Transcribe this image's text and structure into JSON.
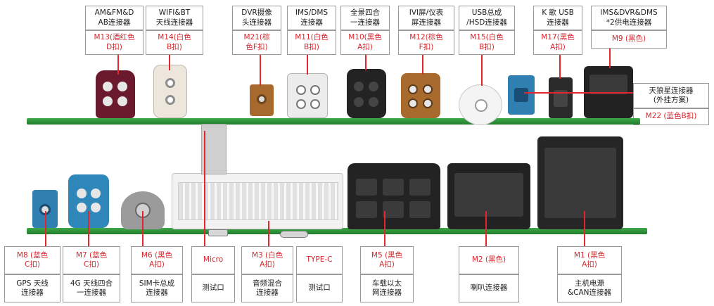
{
  "top_labels": {
    "m13": {
      "name": "AM&FM&D\nAB连接器",
      "code": "M13(酒红色\nD扣)"
    },
    "m14": {
      "name": "WIFI&BT\n天线连接器",
      "code": "M14(白色\nB扣)"
    },
    "m21": {
      "name": "DVR摄像\n头连接器",
      "code": "M21(棕\n色F扣)"
    },
    "m11": {
      "name": "IMS/DMS\n连接器",
      "code": "M11(白色\nB扣)"
    },
    "m10": {
      "name": "全景四合\n一连接器",
      "code": "M10(黑色\nA扣)"
    },
    "m12": {
      "name": "IVI屏/仪表\n屏连接器",
      "code": "M12(棕色\nF扣)"
    },
    "m15": {
      "name": "USB总成\n/HSD连接器",
      "code": "M15(白色\nB扣)"
    },
    "m17": {
      "name": "K 歌 USB\n连接器",
      "code": "M17(黑色\nA扣)"
    },
    "m9": {
      "name": "IMS&DVR&DMS\n*2供电连接器",
      "code": "M9 (黑色)"
    }
  },
  "side_label": {
    "name": "天狼星连接器\n(外挂方案)",
    "code": "M22 (蓝色B扣)"
  },
  "bottom_labels": {
    "m8": {
      "code": "M8 (蓝色\nC扣)",
      "name": "GPS 天线\n连接器"
    },
    "m7": {
      "code": "M7 (蓝色\nC扣)",
      "name": "4G 天线四合\n一连接器"
    },
    "m6": {
      "code": "M6 (黑色\nA扣)",
      "name": "SIM卡总成\n连接器"
    },
    "micro": {
      "code": "Micro",
      "name": "测试口"
    },
    "m3": {
      "code": "M3 (白色\nA扣)",
      "name": "音频混合\n连接器"
    },
    "typec": {
      "code": "TYPE-C",
      "name": "测试口"
    },
    "m5": {
      "code": "M5 (黑色\nA扣)",
      "name": "车载以太\n网连接器"
    },
    "m2": {
      "code": "M2 (黑色)",
      "name": "喇叭连接器"
    },
    "m1": {
      "code": "M1 (黑色\nA扣)",
      "name": "主机电源\n&CAN连接器"
    }
  },
  "colors": {
    "accent_red": "#d8262d",
    "pcb_green": "#2f9a3a",
    "wine": "#6b1a2e",
    "blue": "#2f7fb0",
    "brown": "#a86a2c",
    "black": "#222222",
    "white_grey": "#e6e6e6"
  }
}
